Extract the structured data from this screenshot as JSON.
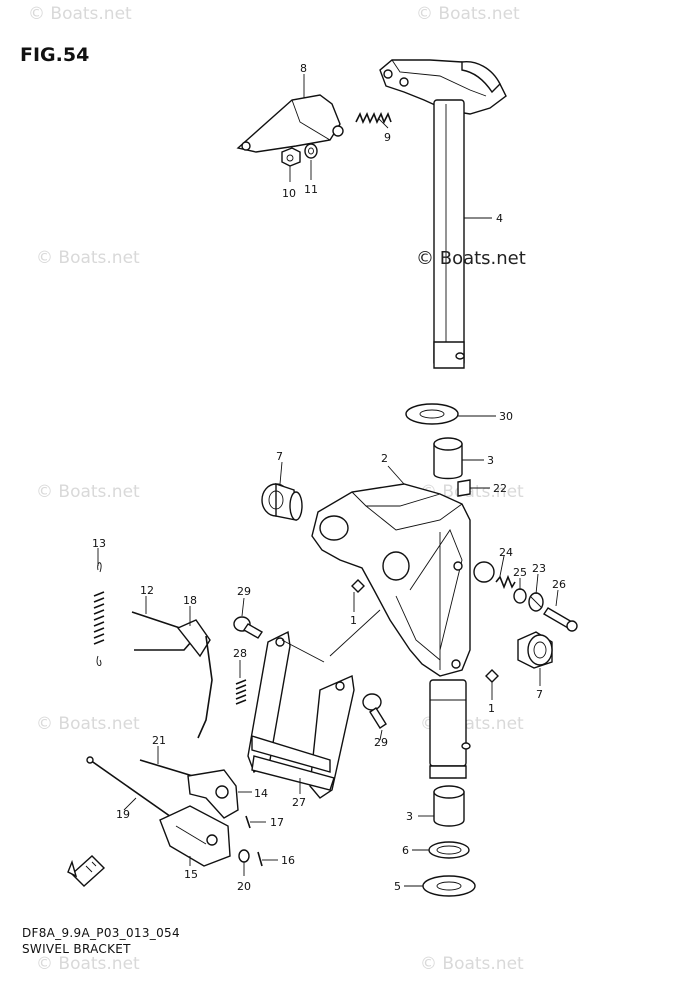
{
  "figure": {
    "title": "FIG.54",
    "code": "DF8A_9.9A_P03_013_054",
    "name": "SWIVEL BRACKET",
    "watermark_main": "© Boats.net",
    "watermark_faint": "© Boats.net"
  },
  "callouts": [
    {
      "id": "c8",
      "label": "8"
    },
    {
      "id": "c9",
      "label": "9"
    },
    {
      "id": "c10",
      "label": "10"
    },
    {
      "id": "c11",
      "label": "11"
    },
    {
      "id": "c4",
      "label": "4"
    },
    {
      "id": "c30",
      "label": "30"
    },
    {
      "id": "c3a",
      "label": "3"
    },
    {
      "id": "c22",
      "label": "22"
    },
    {
      "id": "c2",
      "label": "2"
    },
    {
      "id": "c7a",
      "label": "7"
    },
    {
      "id": "c24",
      "label": "24"
    },
    {
      "id": "c25",
      "label": "25"
    },
    {
      "id": "c23",
      "label": "23"
    },
    {
      "id": "c26",
      "label": "26"
    },
    {
      "id": "c1a",
      "label": "1"
    },
    {
      "id": "c1b",
      "label": "1"
    },
    {
      "id": "c7b",
      "label": "7"
    },
    {
      "id": "c13",
      "label": "13"
    },
    {
      "id": "c12",
      "label": "12"
    },
    {
      "id": "c18",
      "label": "18"
    },
    {
      "id": "c29a",
      "label": "29"
    },
    {
      "id": "c28",
      "label": "28"
    },
    {
      "id": "c29b",
      "label": "29"
    },
    {
      "id": "c21",
      "label": "21"
    },
    {
      "id": "c14",
      "label": "14"
    },
    {
      "id": "c19",
      "label": "19"
    },
    {
      "id": "c27",
      "label": "27"
    },
    {
      "id": "c17",
      "label": "17"
    },
    {
      "id": "c16",
      "label": "16"
    },
    {
      "id": "c15",
      "label": "15"
    },
    {
      "id": "c20",
      "label": "20"
    },
    {
      "id": "c3b",
      "label": "3"
    },
    {
      "id": "c6",
      "label": "6"
    },
    {
      "id": "c5",
      "label": "5"
    }
  ]
}
